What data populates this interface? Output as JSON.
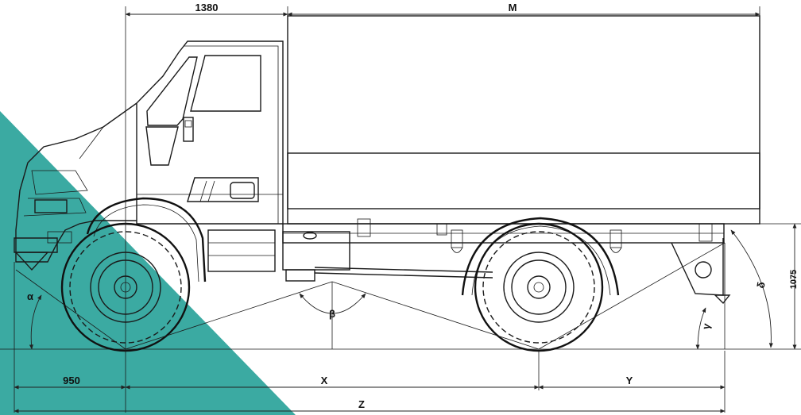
{
  "colors": {
    "accent": "#2aa39a",
    "line": "#1a1a1a",
    "background": "#ffffff"
  },
  "dimensions": {
    "cab_length": "1380",
    "body_length": "M",
    "front_overhang": "950",
    "wheelbase": "X",
    "rear_overhang": "Y",
    "overall_length": "Z",
    "frame_height": "1075"
  },
  "angles": {
    "approach": "α",
    "ramp": "β",
    "departure": "γ",
    "rear": "δ"
  }
}
